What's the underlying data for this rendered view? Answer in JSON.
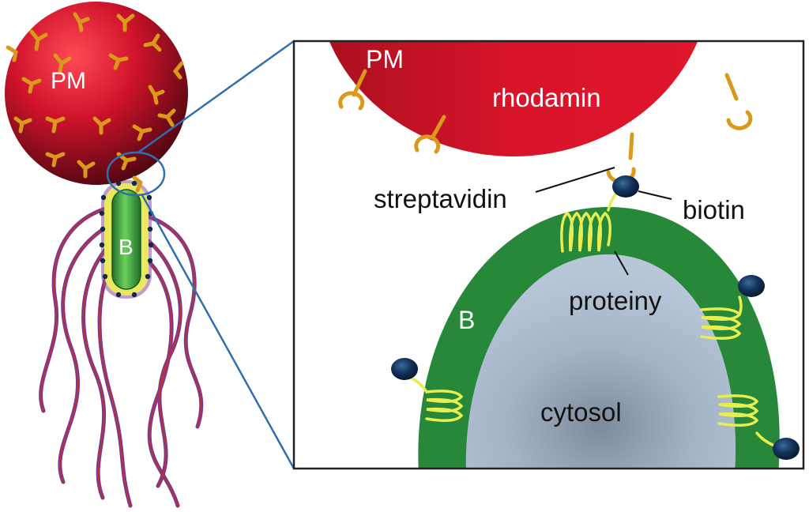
{
  "labels": {
    "overview_pm": "PM",
    "overview_b": "B",
    "inset_pm": "PM",
    "rhodamin": "rhodamin",
    "streptavidin": "streptavidin",
    "biotin": "biotin",
    "proteiny": "proteiny",
    "inset_b": "B",
    "cytosol": "cytosol"
  },
  "colors": {
    "sphere_red": "#d0132a",
    "sphere_dark": "#5a0810",
    "streptavidin_gold": "#d99a1c",
    "bacterium_green": "#2f8f3c",
    "membrane_green": "#27883a",
    "cytosol_gray": "#a7b7c9",
    "protein_yellow": "#e6ee52",
    "biotin_navy": "#0f2a4a",
    "flagella_purple": "#7a3a8c",
    "flagella_red": "#c0303a",
    "connector_blue": "#2f6fb0"
  }
}
